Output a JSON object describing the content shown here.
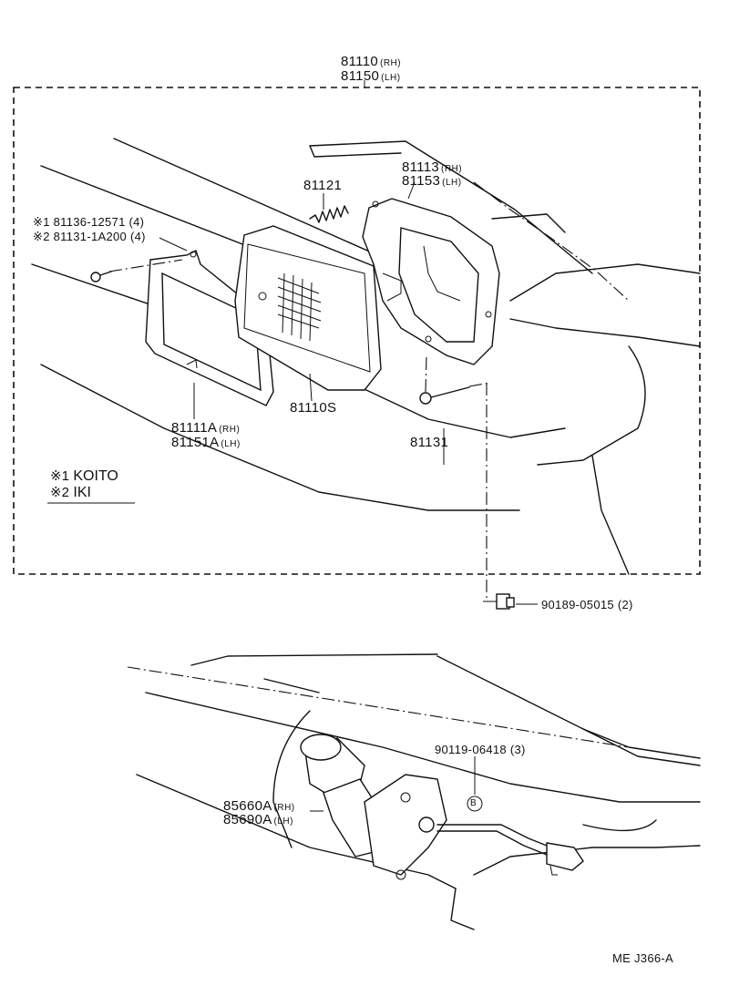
{
  "labels": {
    "headlamp_assy": {
      "num_rh": "81110",
      "sfx_rh": "(RH)",
      "num_lh": "81150",
      "sfx_lh": "(LH)"
    },
    "housing": {
      "num_rh": "81113",
      "sfx_rh": "(RH)",
      "num_lh": "81153",
      "sfx_lh": "(LH)"
    },
    "spring": "81121",
    "screw_1": "※1 81136-12571 (4)",
    "screw_2": "※2 81131-1A200 (4)",
    "sealed_beam": "81110S",
    "retainer": {
      "num_rh": "81111A",
      "sfx_rh": "(RH)",
      "num_lh": "81151A",
      "sfx_lh": "(LH)"
    },
    "screw_81131": "81131",
    "nut": "90189-05015 (2)",
    "bolt": "90119-06418 (3)",
    "motor": {
      "num_rh": "85660A",
      "sfx_rh": "(RH)",
      "num_lh": "85690A",
      "sfx_lh": "(LH)"
    },
    "callout_b": "B",
    "page_code": "ME  J366-A"
  },
  "notes": [
    {
      "mark": "※1",
      "text": "KOITO"
    },
    {
      "mark": "※2",
      "text": "IKI"
    }
  ]
}
